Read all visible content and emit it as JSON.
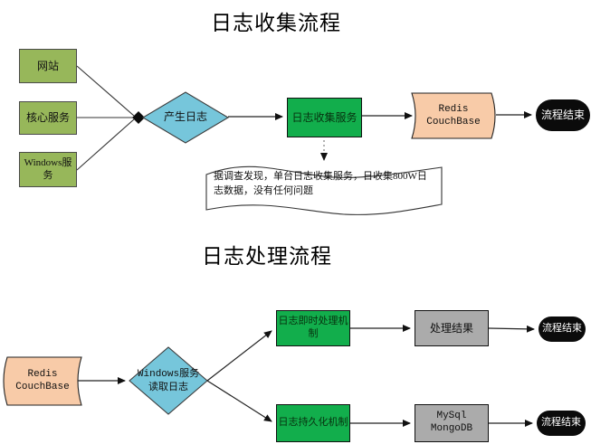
{
  "collection_flow": {
    "title": "日志收集流程",
    "sources": [
      {
        "label": "网站"
      },
      {
        "label": "核心服务"
      },
      {
        "label": "Windows服务"
      }
    ],
    "decision_label": "产生日志",
    "collector_label": "日志收集服务",
    "storage": {
      "line1": "Redis",
      "line2": "CouchBase"
    },
    "end_label": "流程结束",
    "note_text": "据调查发现，单台日志收集服务，日收集800W日志数据，没有任何问题"
  },
  "processing_flow": {
    "title": "日志处理流程",
    "storage": {
      "line1": "Redis",
      "line2": "CouchBase"
    },
    "decision": {
      "line1": "Windows服务",
      "line2": "读取日志"
    },
    "realtime_branch": {
      "process_label": "日志即时处理机制",
      "result_label": "处理结果",
      "end_label": "流程结束"
    },
    "persistence_branch": {
      "process_label": "日志持久化机制",
      "result": {
        "line1": "MySql",
        "line2": "MongoDB"
      },
      "end_label": "流程结束"
    }
  },
  "colors": {
    "source_fill": "#97B75A",
    "decision_fill": "#76C6DB",
    "process_fill": "#12AE4C",
    "storage_fill": "#F8CBA8",
    "result_fill": "#ABABAB",
    "terminator_fill": "#0B0B0B",
    "connector": "#222222"
  }
}
